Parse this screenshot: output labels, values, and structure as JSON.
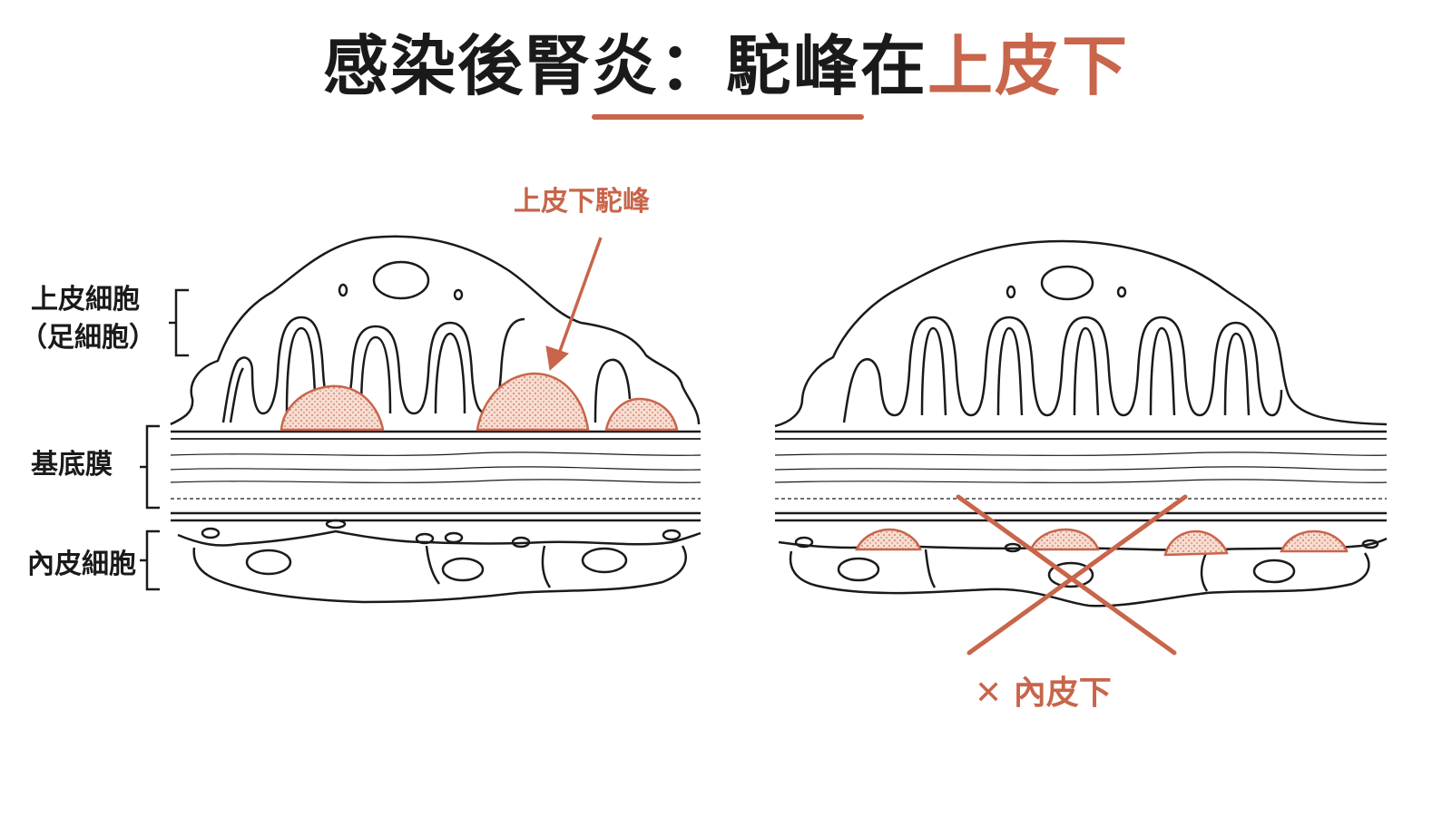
{
  "title": {
    "prefix": "感染後腎炎：駝峰在",
    "highlight": "上皮下"
  },
  "labels": {
    "epithelial_line1": "上皮細胞",
    "epithelial_line2": "（足細胞）",
    "basement_membrane": "基底膜",
    "endothelial": "內皮細胞",
    "hump_callout": "上皮下駝峰",
    "wrong_location": "✕ 內皮下"
  },
  "colors": {
    "accent": "#c8654a",
    "ink": "#1a1a1a",
    "hump_fill": "#f6ddd2"
  }
}
